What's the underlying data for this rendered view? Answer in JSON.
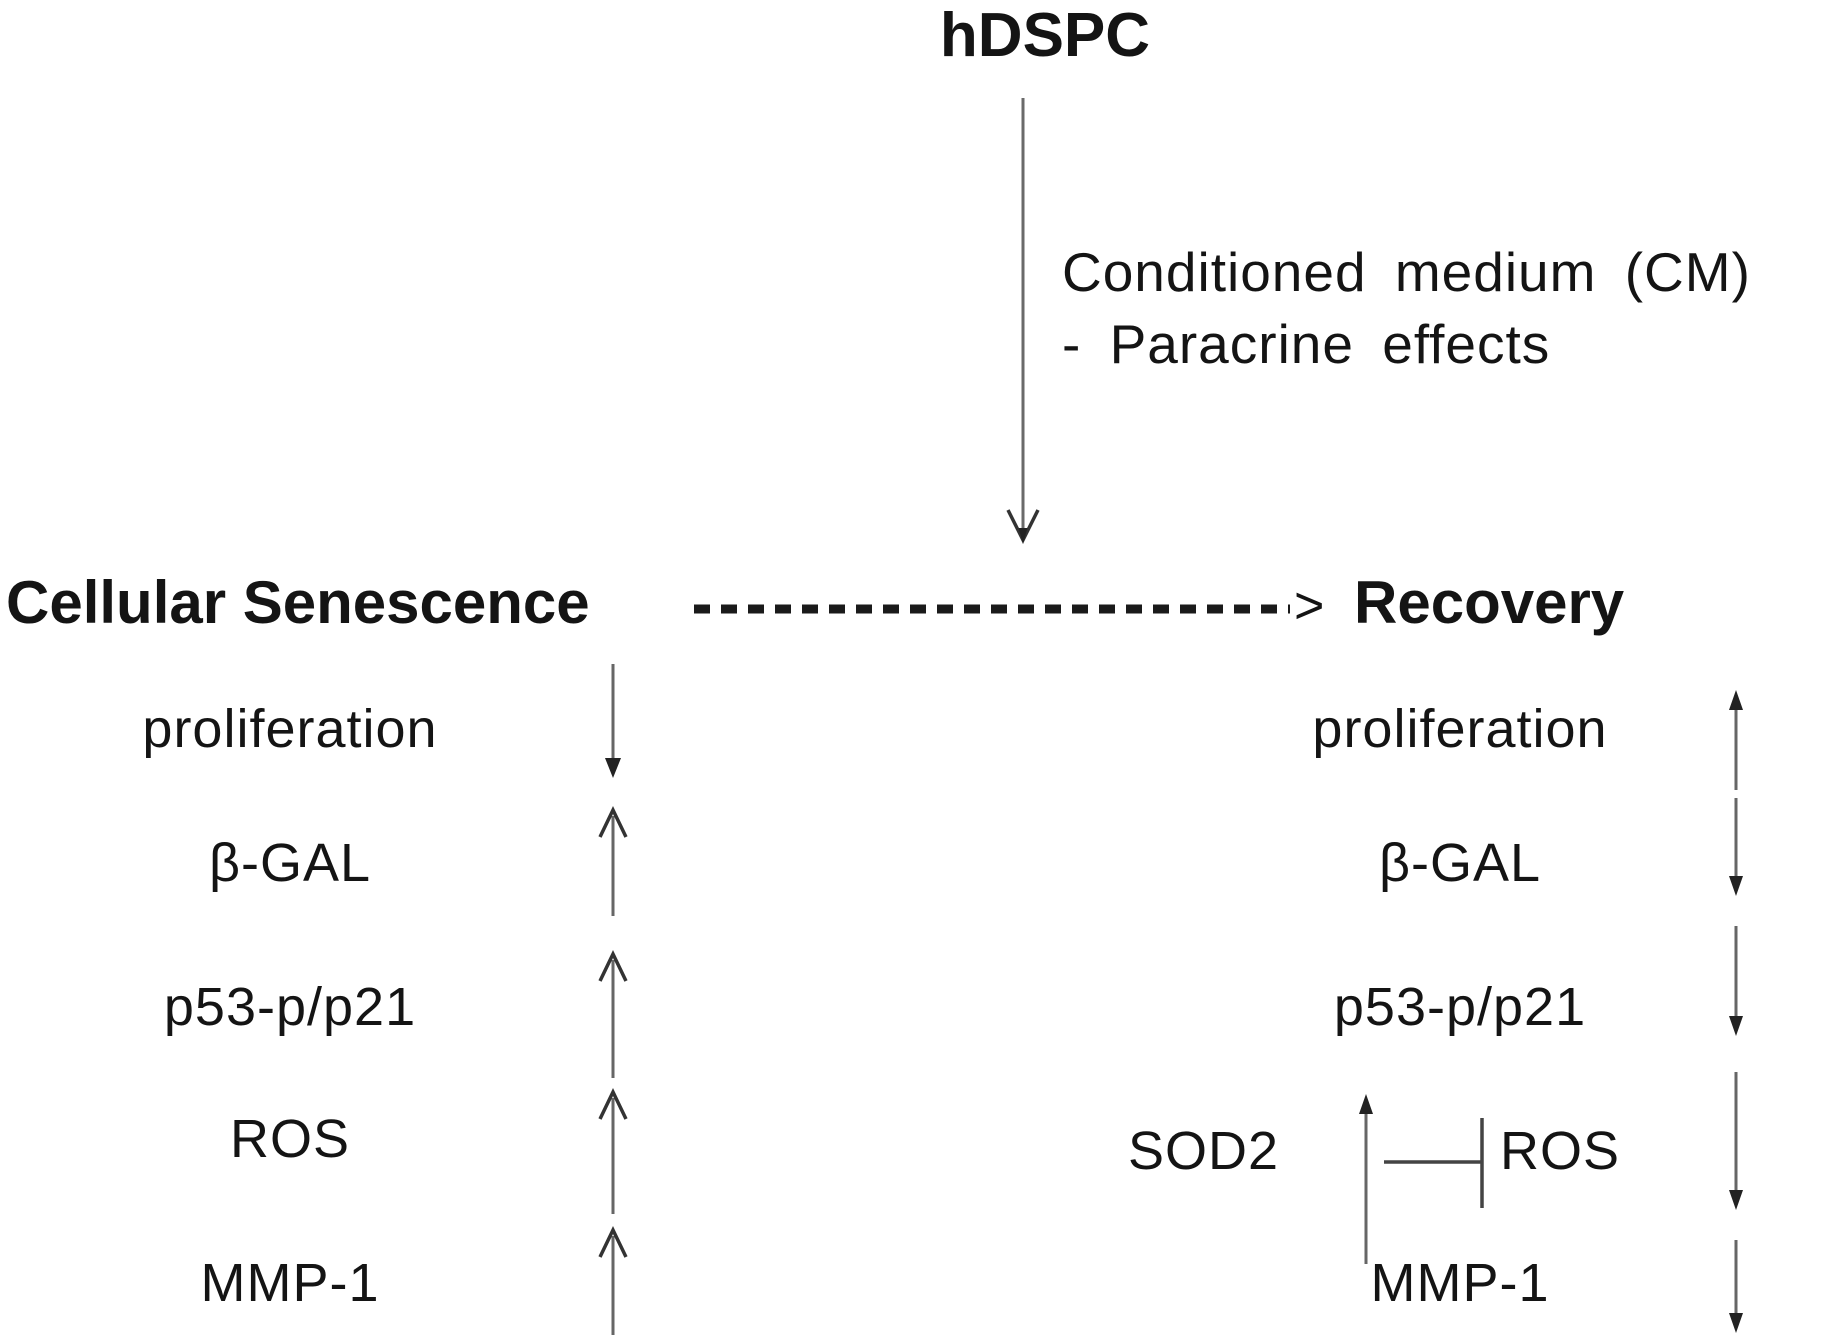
{
  "figure": {
    "title": "hDSPC",
    "cm_arrow": {
      "direction": "down",
      "label_line1": "Conditioned medium (CM)",
      "label_line2": "- Paracrine effects"
    },
    "transition": {
      "from": "Cellular Senescence",
      "to": "Recovery",
      "arrow_style": "dashed",
      "arrow_head": ">"
    },
    "senescence_markers": [
      {
        "label": "proliferation",
        "change": "decrease"
      },
      {
        "label": "β-GAL",
        "change": "increase"
      },
      {
        "label": "p53-p/p21",
        "change": "increase"
      },
      {
        "label": "ROS",
        "change": "increase"
      },
      {
        "label": "MMP-1",
        "change": "increase"
      }
    ],
    "recovery_markers": [
      {
        "label": "proliferation",
        "change": "increase"
      },
      {
        "label": "β-GAL",
        "change": "decrease"
      },
      {
        "label": "p53-p/p21",
        "change": "decrease"
      },
      {
        "label": "SOD2",
        "sod2_change": "increase",
        "relation": "SOD2 inhibits ROS",
        "label2": "ROS",
        "change": "decrease"
      },
      {
        "label": "MMP-1",
        "change": "decrease"
      }
    ],
    "colors": {
      "background": "#ffffff",
      "text": "#141414",
      "arrow_line": "#666666",
      "arrow_head": "#222222"
    }
  }
}
